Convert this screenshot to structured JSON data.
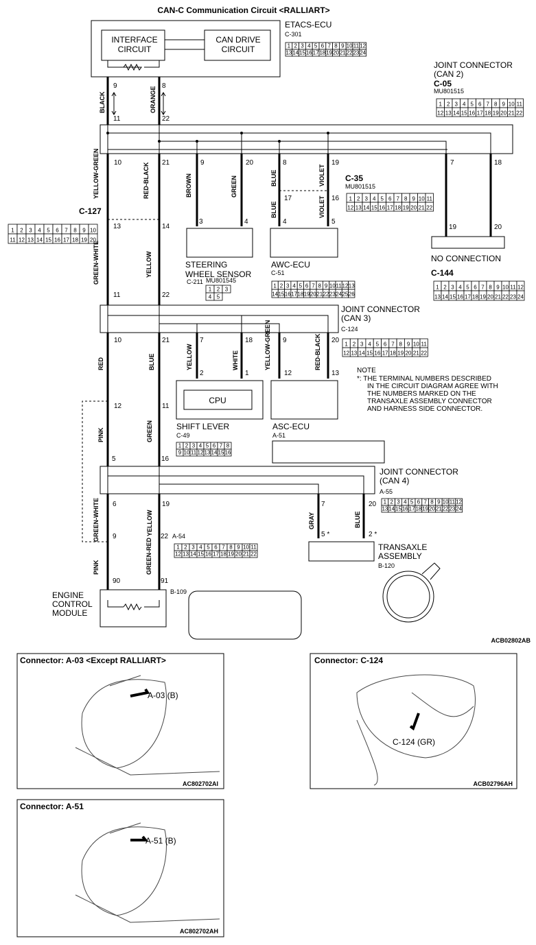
{
  "title": "CAN-C Communication Circuit <RALLIART>",
  "components": {
    "etacs": {
      "name": "ETACS-ECU",
      "connector": "C-301",
      "interface": [
        "INTERFACE",
        "CIRCUIT"
      ],
      "can_drive": [
        "CAN DRIVE",
        "CIRCUIT"
      ],
      "pins": [
        "1",
        "2",
        "3",
        "4",
        "5",
        "6",
        "7",
        "8",
        "9",
        "10",
        "11",
        "12",
        "13",
        "14",
        "15",
        "16",
        "17",
        "18",
        "19",
        "20",
        "21",
        "22",
        "23",
        "24"
      ]
    },
    "jc2": {
      "name": [
        "JOINT CONNECTOR",
        "(CAN 2)"
      ],
      "connector": "C-05",
      "part": "MU801515",
      "pins": [
        "1",
        "2",
        "3",
        "4",
        "5",
        "6",
        "7",
        "8",
        "9",
        "10",
        "11",
        "12",
        "13",
        "14",
        "15",
        "16",
        "17",
        "18",
        "19",
        "20",
        "21",
        "22"
      ]
    },
    "c127": {
      "connector": "C-127",
      "pins": [
        "1",
        "2",
        "3",
        "4",
        "5",
        "6",
        "7",
        "8",
        "9",
        "10",
        "11",
        "12",
        "13",
        "14",
        "15",
        "16",
        "17",
        "18",
        "19",
        "20"
      ]
    },
    "c35": {
      "connector": "C-35",
      "part": "MU801515",
      "pins": [
        "1",
        "2",
        "3",
        "4",
        "5",
        "6",
        "7",
        "8",
        "9",
        "10",
        "11",
        "12",
        "13",
        "14",
        "15",
        "16",
        "17",
        "18",
        "19",
        "20",
        "21",
        "22"
      ]
    },
    "steering": {
      "name": [
        "STEERING",
        "WHEEL SENSOR"
      ],
      "connector": "C-211",
      "part": "MU801545",
      "pins": [
        "1",
        "2",
        "3",
        "4",
        "5"
      ]
    },
    "awc": {
      "name": "AWC-ECU",
      "connector": "C-51",
      "pins": [
        "1",
        "2",
        "3",
        "4",
        "5",
        "6",
        "7",
        "8",
        "9",
        "10",
        "11",
        "12",
        "13",
        "14",
        "15",
        "16",
        "17",
        "18",
        "19",
        "20",
        "21",
        "22",
        "23",
        "24",
        "25",
        "26"
      ]
    },
    "noconn": {
      "name": "NO CONNECTION"
    },
    "c144": {
      "connector": "C-144",
      "pins": [
        "1",
        "2",
        "3",
        "4",
        "5",
        "6",
        "7",
        "8",
        "9",
        "10",
        "11",
        "12",
        "13",
        "14",
        "15",
        "16",
        "17",
        "18",
        "19",
        "20",
        "21",
        "22",
        "23",
        "24"
      ]
    },
    "jc3": {
      "name": [
        "JOINT CONNECTOR",
        "(CAN 3)"
      ],
      "connector": "C-124",
      "pins": [
        "1",
        "2",
        "3",
        "4",
        "5",
        "6",
        "7",
        "8",
        "9",
        "10",
        "11",
        "12",
        "13",
        "14",
        "15",
        "16",
        "17",
        "18",
        "19",
        "20",
        "21",
        "22"
      ]
    },
    "shift": {
      "name": "SHIFT LEVER",
      "cpu": "CPU",
      "connector": "C-49",
      "pins": [
        "1",
        "2",
        "3",
        "4",
        "5",
        "6",
        "7",
        "8",
        "9",
        "10",
        "11",
        "12",
        "13",
        "14",
        "15",
        "16"
      ]
    },
    "asc": {
      "name": "ASC-ECU",
      "connector": "A-51"
    },
    "jc4": {
      "name": [
        "JOINT CONNECTOR",
        "(CAN 4)"
      ],
      "connector": "A-55",
      "pins": [
        "1",
        "2",
        "3",
        "4",
        "5",
        "6",
        "7",
        "8",
        "9",
        "10",
        "11",
        "12",
        "13",
        "14",
        "15",
        "16",
        "17",
        "18",
        "19",
        "20",
        "21",
        "22",
        "23",
        "24"
      ]
    },
    "a54": {
      "connector": "A-54",
      "pins": [
        "1",
        "2",
        "3",
        "4",
        "5",
        "6",
        "7",
        "8",
        "9",
        "10",
        "11",
        "12",
        "13",
        "14",
        "15",
        "16",
        "17",
        "18",
        "19",
        "20",
        "21",
        "22"
      ]
    },
    "transaxle": {
      "name": [
        "TRANSAXLE",
        "ASSEMBLY"
      ],
      "connector": "B-120"
    },
    "ecm": {
      "name": [
        "ENGINE",
        "CONTROL",
        "MODULE"
      ],
      "connector": "B-109"
    }
  },
  "note": [
    "NOTE",
    "*: THE TERMINAL NUMBERS DESCRIBED",
    "IN THE CIRCUIT DIAGRAM AGREE WITH",
    "THE NUMBERS MARKED ON THE",
    "TRANSAXLE ASSEMBLY CONNECTOR",
    "AND HARNESS SIDE CONNECTOR."
  ],
  "wire_colors": {
    "black": "BLACK",
    "orange": "ORANGE",
    "yellow_green": "YELLOW-GREEN",
    "red_black": "RED-BLACK",
    "brown": "BROWN",
    "green": "GREEN",
    "blue": "BLUE",
    "violet": "VIOLET",
    "green_white": "GREEN-WHITE",
    "yellow": "YELLOW",
    "red": "RED",
    "white": "WHITE",
    "pink": "PINK",
    "gray": "GRAY",
    "green_red": "GREEN-RED"
  },
  "figure_code": "ACB02802AB",
  "photos": [
    {
      "title": "Connector: A-03 <Except RALLIART>",
      "label": "A-03 (B)",
      "code": "AC802702AI"
    },
    {
      "title": "Connector: C-124",
      "label": "C-124 (GR)",
      "code": "ACB02796AH"
    },
    {
      "title": "Connector: A-51",
      "label": "A-51 (B)",
      "code": "AC802702AH"
    }
  ]
}
